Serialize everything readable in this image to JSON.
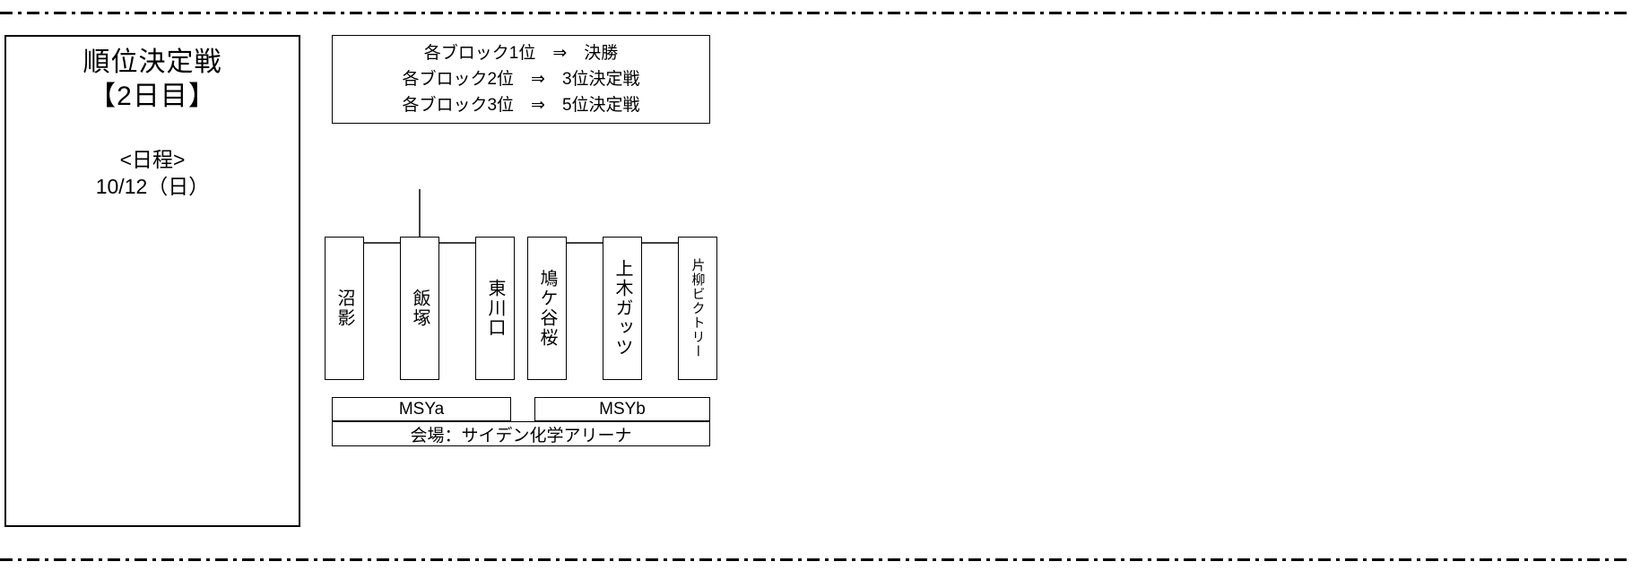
{
  "page": {
    "top_rule": "dash-dot-separator",
    "bottom_rule": "dash-dot-separator"
  },
  "info_panel": {
    "title_line1": "順位決定戦",
    "title_line2": "【2日目】",
    "schedule_label": "<日程>",
    "schedule_date": "10/12（日）"
  },
  "rules_box": {
    "lines": [
      "各ブロック1位　⇒　決勝",
      "各ブロック2位　⇒　3位決定戦",
      "各ブロック3位　⇒　5位決定戦"
    ]
  },
  "bracket": {
    "blocks": [
      {
        "pool_label": "MSYa",
        "teams": [
          "沼影",
          "飯塚",
          "東川口"
        ]
      },
      {
        "pool_label": "MSYb",
        "teams": [
          "鳩ケ谷桜",
          "上木ガッツ",
          "片柳ビクトリー"
        ]
      }
    ],
    "teams_flat": [
      "沼影",
      "飯塚",
      "東川口",
      "鳩ケ谷桜",
      "上木ガッツ",
      "片柳ビクトリー"
    ],
    "pool_labels": [
      "MSYa",
      "MSYb"
    ]
  },
  "venue": {
    "text": "会場：サイデン化学アリーナ"
  },
  "colors": {
    "line": "#000000",
    "background": "#ffffff",
    "text": "#000000"
  }
}
